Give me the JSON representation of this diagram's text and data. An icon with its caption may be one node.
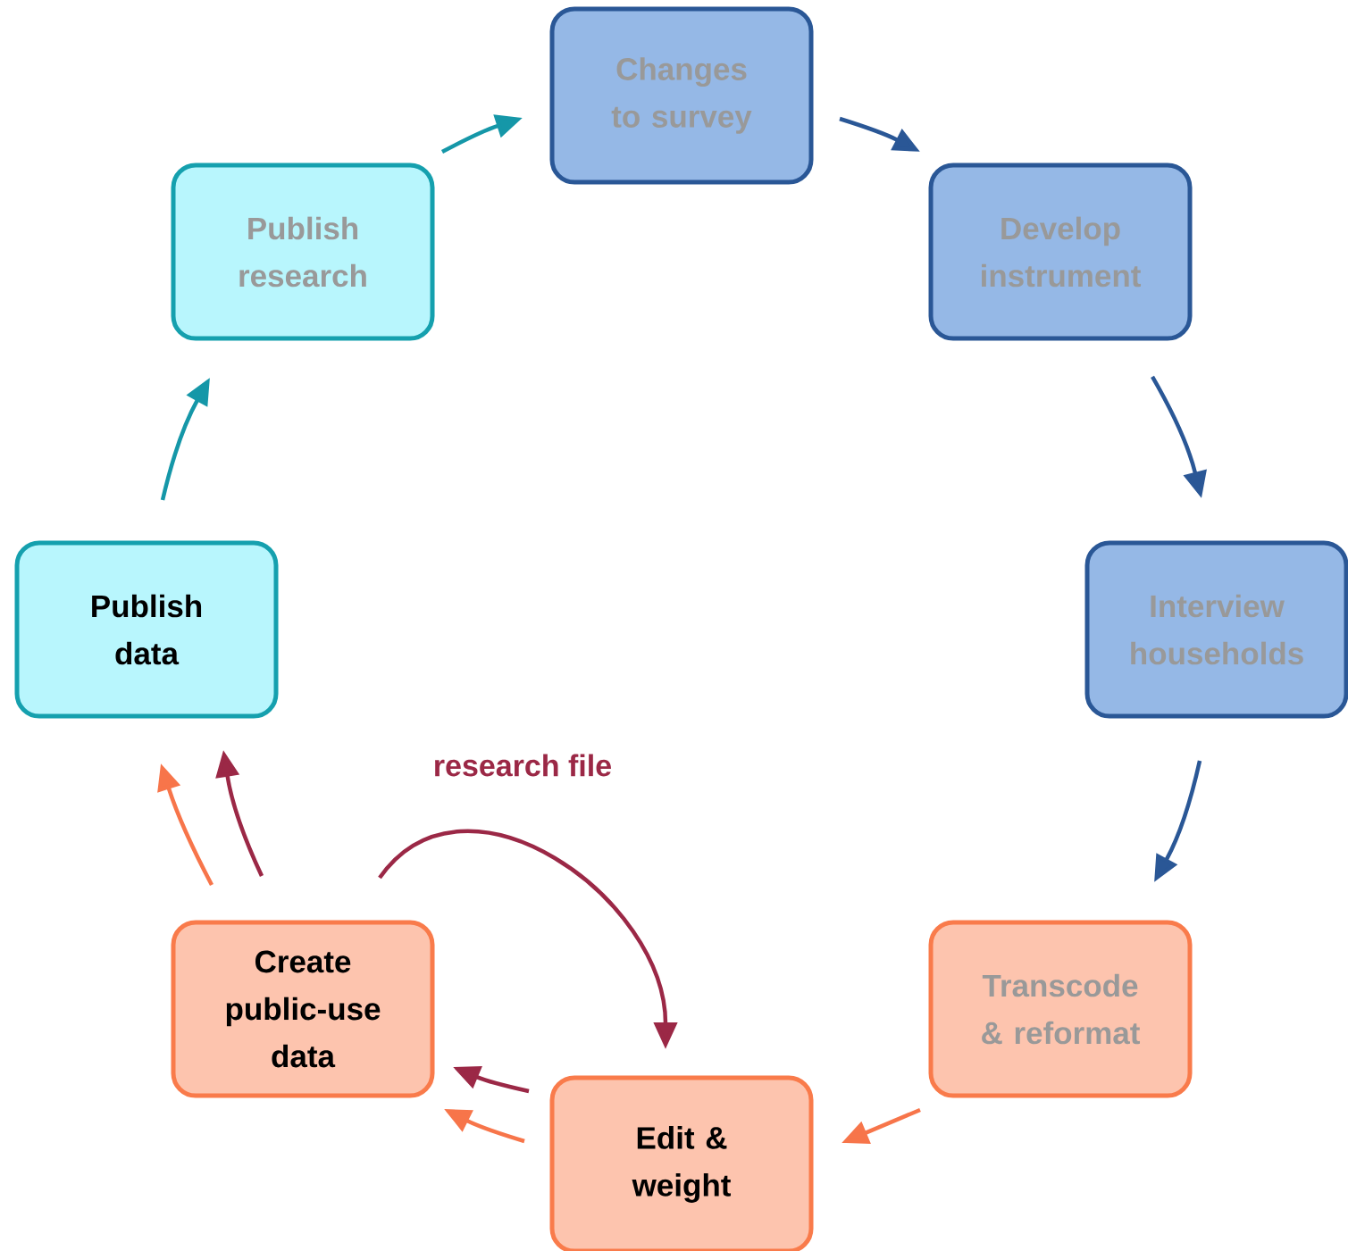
{
  "diagram": {
    "nodes": [
      {
        "text": [
          "Changes to survey"
        ]
      },
      {
        "text": [
          "Develop instrument"
        ]
      },
      {
        "text": [
          "Interview households"
        ]
      },
      {
        "text": [
          "Transcode & reformat"
        ]
      },
      {
        "text": [
          "Edit & weight"
        ]
      },
      {
        "text": [
          "Create public-use data"
        ]
      },
      {
        "text": [
          "Publish data"
        ]
      },
      {
        "text": [
          "Publish research"
        ]
      }
    ],
    "edges": [
      {
        "from": 0,
        "to": 1,
        "arrow": "to",
        "color": "#2a5796"
      },
      {
        "from": 1,
        "to": 2,
        "arrow": "to",
        "color": "#2a5796"
      },
      {
        "from": 2,
        "to": 3,
        "arrow": "to",
        "color": "#2a5796"
      },
      {
        "from": 3,
        "to": 4,
        "arrow": "to",
        "color": "#f7754a"
      },
      {
        "from": 4,
        "to": 5,
        "arrow": "to",
        "color": "#9b2846"
      },
      {
        "from": 4,
        "to": 5,
        "arrow": "to",
        "color": "#f7754a"
      },
      {
        "from": 5,
        "to": 6,
        "arrow": "to",
        "color": "#f7754a"
      },
      {
        "from": 5,
        "to": 6,
        "arrow": "to",
        "color": "#9b2846"
      },
      {
        "from": 6,
        "to": 7,
        "arrow": "to",
        "color": "#1597a8"
      },
      {
        "from": 7,
        "to": 0,
        "arrow": "to",
        "color": "#1597a8"
      },
      {
        "from": 5,
        "to": 4,
        "arrow": "to",
        "color": "#9b2846",
        "label": "research file"
      }
    ]
  }
}
